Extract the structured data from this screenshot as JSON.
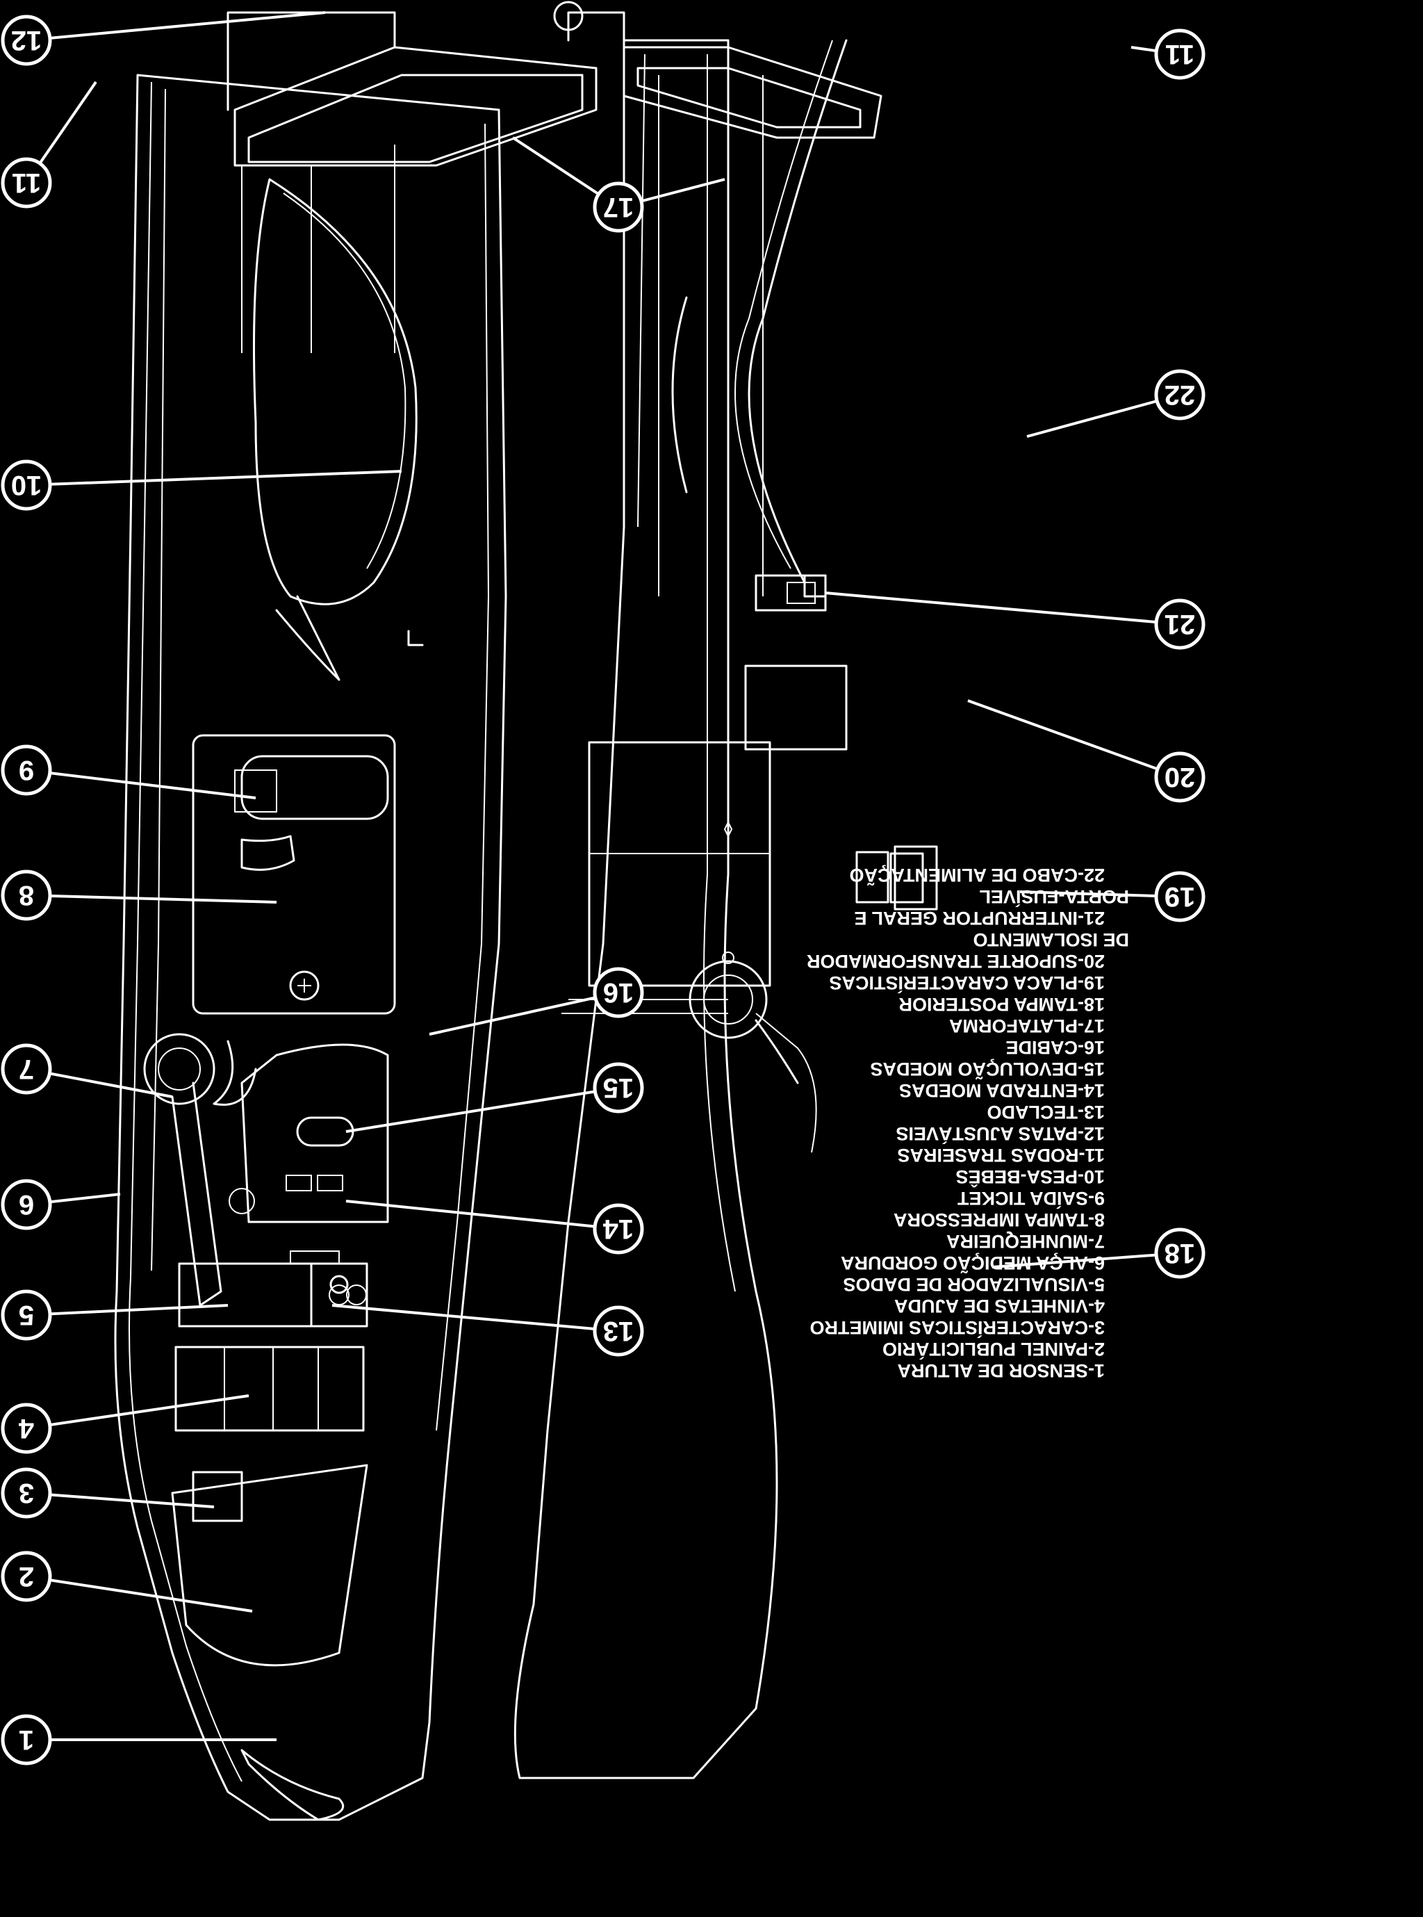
{
  "callouts": [
    "1",
    "2",
    "3",
    "4",
    "5",
    "6",
    "7",
    "8",
    "9",
    "10",
    "11",
    "12",
    "13",
    "14",
    "15",
    "16",
    "17",
    "18",
    "19",
    "20",
    "21",
    "22"
  ],
  "callouts_front_extra": [
    "11",
    "17"
  ],
  "legend": [
    "1-SENSOR DE ALTURA",
    "2-PAINEL PUBLICITÁRIO",
    "3-CARACTERÍSTICAS IMIMETRO",
    "4-VINHETAS DE AJUDA",
    "5-VISUALIZADOR DE DADOS",
    "6-ALÇA MEDIÇÃO GORDURA",
    "7-MUNHEQUEIRA",
    "8-TAMPA IMPRESSORA",
    "9-SAÍDA TICKET",
    "10-PESA-BEBÊS",
    "11-RODAS TRASEIRAS",
    "12-PATAS AJUSTÁVEIS",
    "13-TECLADO",
    "14-ENTRADA MOEDAS",
    "15-DEVOLUÇÃO MOEDAS",
    "16-CABIDE",
    "17-PLATAFORMA",
    "18-TAMPA POSTERIOR",
    "19-PLACA CARACTERÍSTICAS",
    "20-SUPORTE TRANSFORMADOR",
    "DE ISOLAMENTO",
    "21-INTERRUPTOR GERAL E",
    "PORTA-FUSÍVEL",
    "22-CABO DE ALIMENTAÇÃO"
  ]
}
